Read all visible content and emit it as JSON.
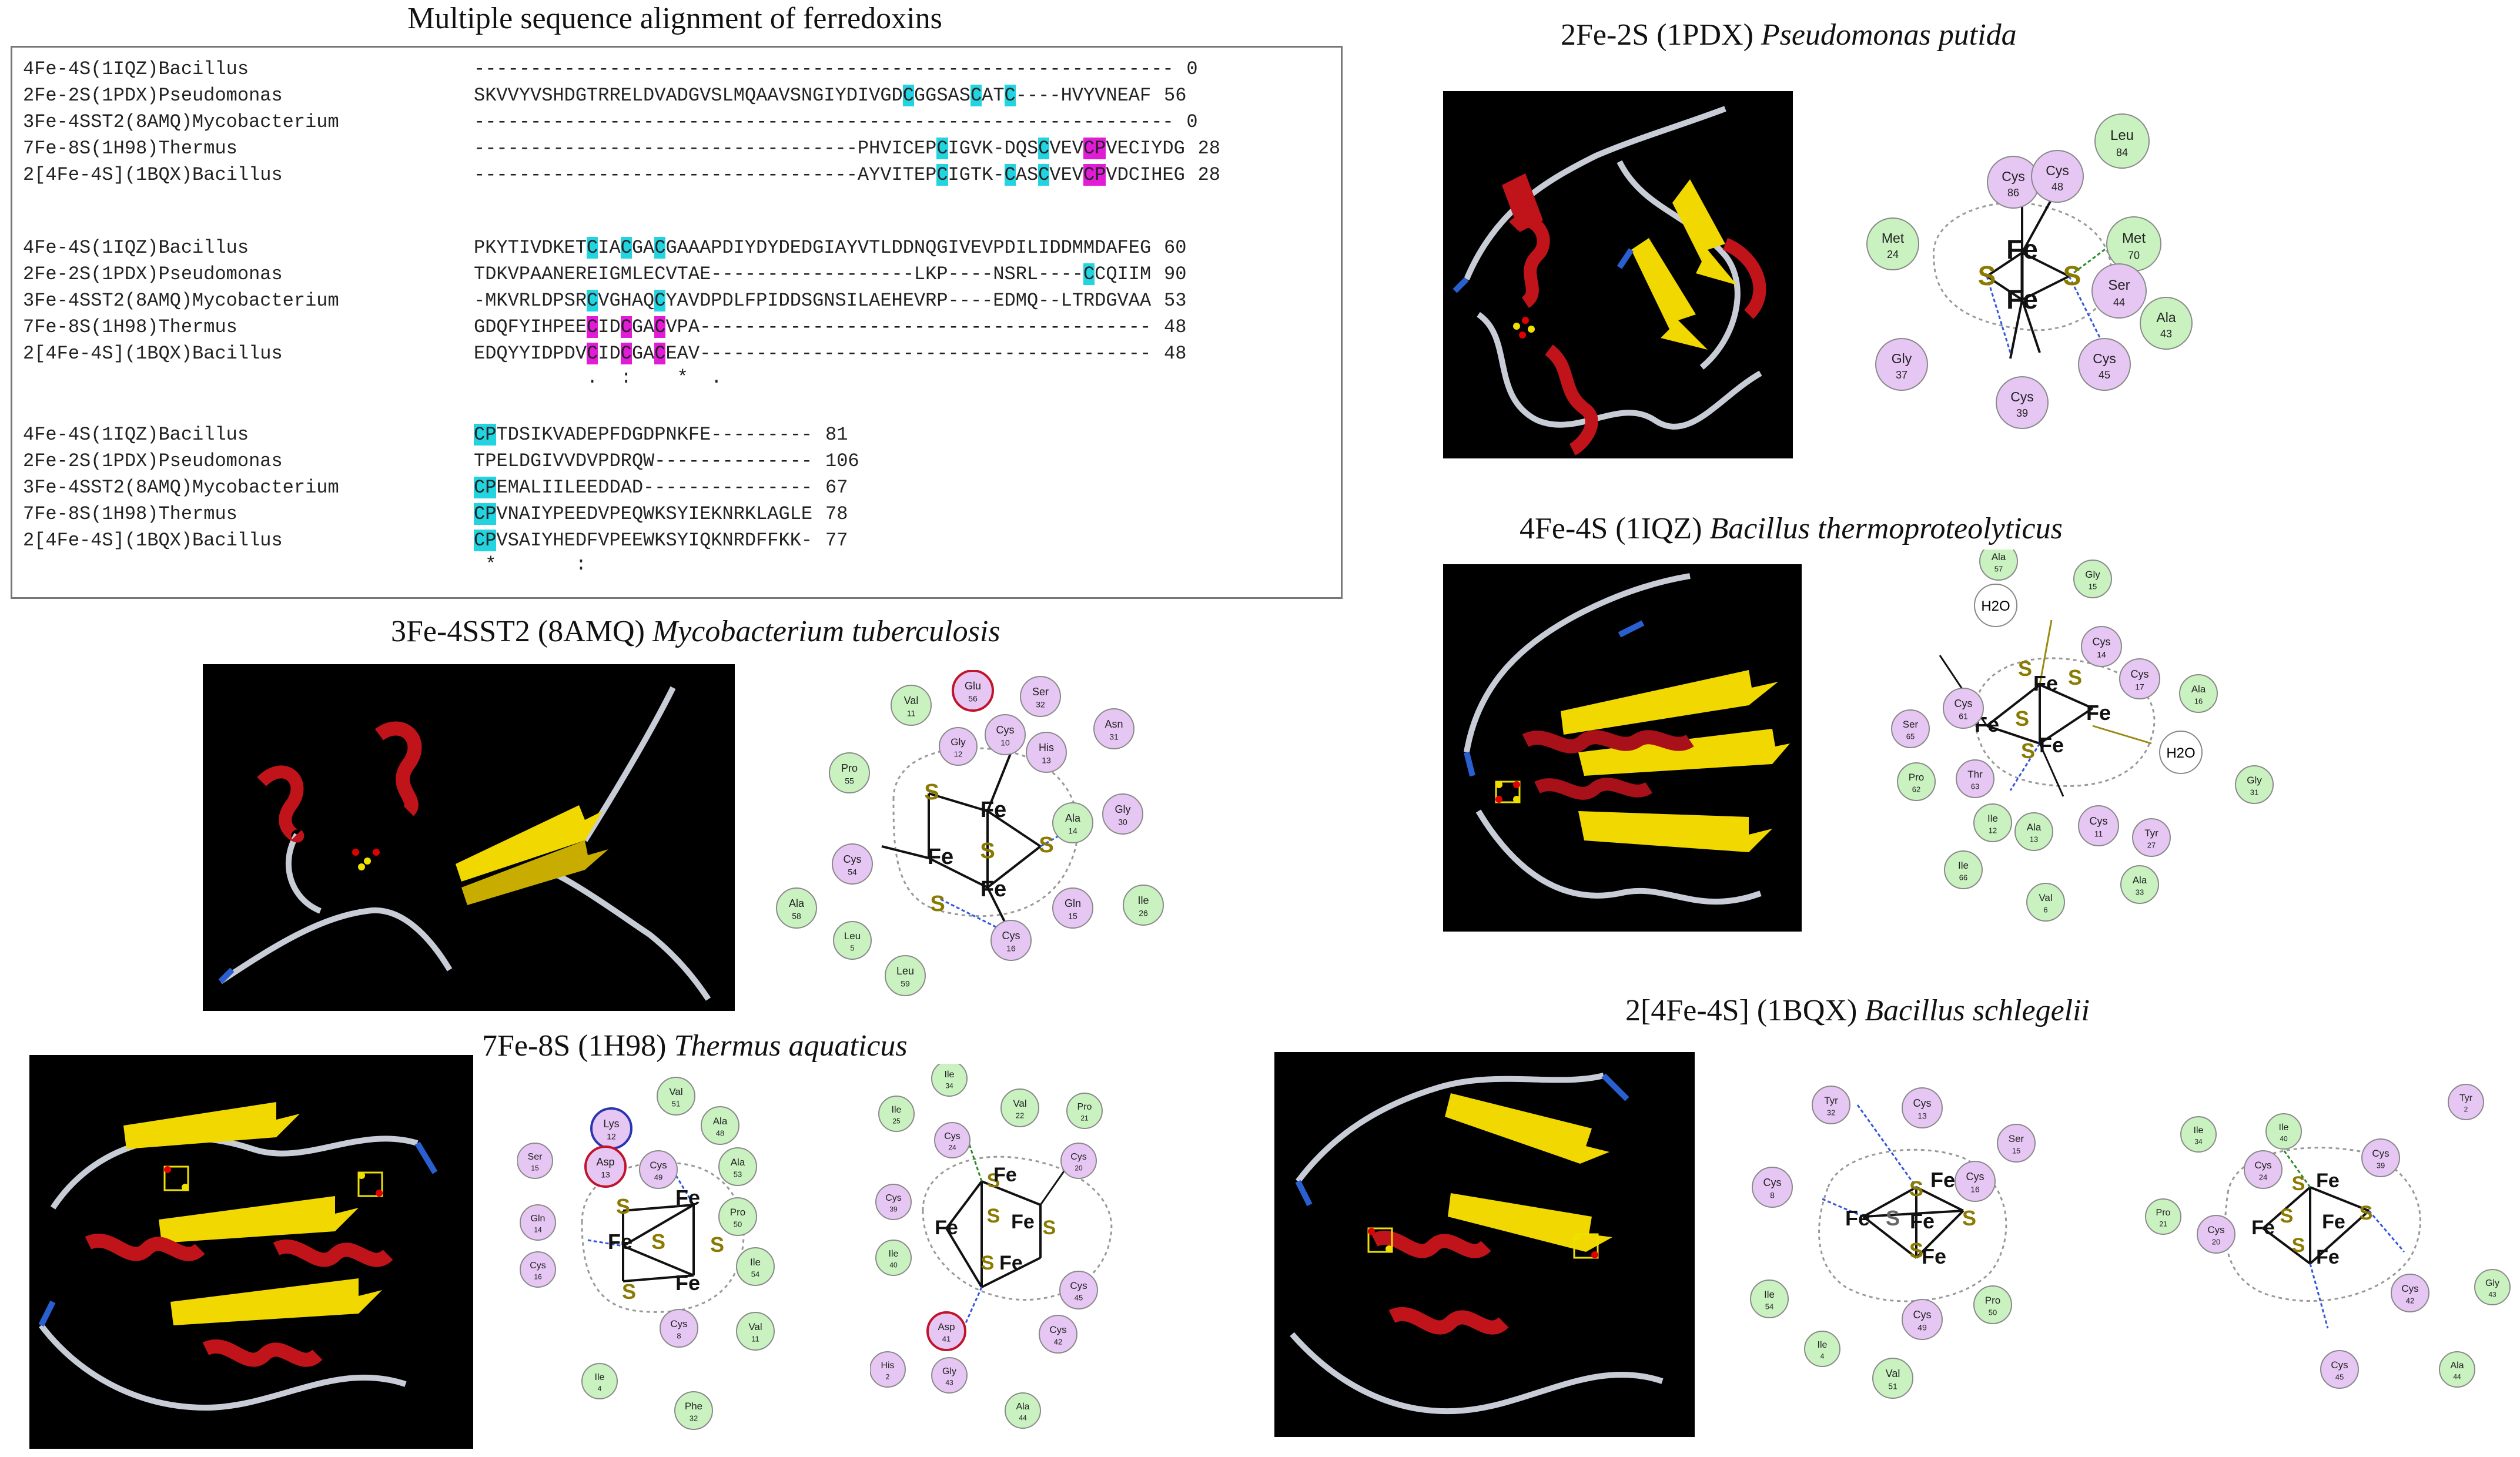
{
  "alignment": {
    "title": "Multiple sequence alignment of ferredoxins",
    "blocks": [
      {
        "rows": [
          {
            "name": "4Fe-4S(1IQZ)Bacillus",
            "seq": "--------------------------------------------------------------",
            "end": "0"
          },
          {
            "name": "2Fe-2S(1PDX)Pseudomonas",
            "seq": "SKVVYVSHDGTRRELDVADGVSLMQAAVSNGIYDIVGDCGGSASCATC----HVYVNEAF",
            "end": "56"
          },
          {
            "name": "3Fe-4SST2(8AMQ)Mycobacterium",
            "seq": "--------------------------------------------------------------",
            "end": "0"
          },
          {
            "name": "7Fe-8S(1H98)Thermus",
            "seq": "----------------------------------PHVICEPCIGVK-DQSCVEVCPVECIYDG",
            "end": "28"
          },
          {
            "name": "2[4Fe-4S](1BQX)Bacillus",
            "seq": "----------------------------------AYVITEPCIGTK-CASCVEVCPVDCIHEG",
            "end": "28"
          }
        ],
        "conservation": ""
      },
      {
        "rows": [
          {
            "name": "4Fe-4S(1IQZ)Bacillus",
            "seq": "PKYTIVDKETCIACGACGAAAPDIYDYDEDGIAYVTLDDNQGIVEVPDILIDDMMDAFEG",
            "end": "60"
          },
          {
            "name": "2Fe-2S(1PDX)Pseudomonas",
            "seq": "TDKVPAANEREIGMLECVTAE------------------LKP----NSRL----CCQIIM",
            "end": "90"
          },
          {
            "name": "3Fe-4SST2(8AMQ)Mycobacterium",
            "seq": "-MKVRLDPSRCVGHAQCYAVDPDLFPIDDSGNSILAEHEVRP----EDMQ--LTRDGVAA",
            "end": "53"
          },
          {
            "name": "7Fe-8S(1H98)Thermus",
            "seq": "GDQFYIHPEECIDCGACVPA----------------------------------------",
            "end": "48"
          },
          {
            "name": "2[4Fe-4S](1BQX)Bacillus",
            "seq": "EDQYYIDPDVCIDCGACEAV----------------------------------------",
            "end": "48"
          }
        ],
        "conservation": "          .  :    *  ."
      },
      {
        "rows": [
          {
            "name": "4Fe-4S(1IQZ)Bacillus",
            "seq": "CPTDSIKVADEPFDGDPNKFE---------",
            "end": "81"
          },
          {
            "name": "2Fe-2S(1PDX)Pseudomonas",
            "seq": "TPELDGIVVDVPDRQW--------------",
            "end": "106"
          },
          {
            "name": "3Fe-4SST2(8AMQ)Mycobacterium",
            "seq": "CPEMALIILEEDDAD---------------",
            "end": "67"
          },
          {
            "name": "7Fe-8S(1H98)Thermus",
            "seq": "CPVNAIYPEEDVPEQWKSYIEKNRKLAGLE",
            "end": "78"
          },
          {
            "name": "2[4Fe-4S](1BQX)Bacillus",
            "seq": "CPVSAIYHEDFVPEEWKSYIQKNRDFFKK-",
            "end": "77"
          }
        ],
        "conservation": " *       :"
      }
    ]
  },
  "captions": {
    "pdx": {
      "prefix": "2Fe-2S (1PDX) ",
      "species": "Pseudomonas putida"
    },
    "iqz": {
      "prefix": "4Fe-4S (1IQZ) ",
      "species": "Bacillus thermoproteolyticus"
    },
    "amq": {
      "prefix": "3Fe-4SST2 (8AMQ) ",
      "species": "Mycobacterium tuberculosis"
    },
    "h98": {
      "prefix": "7Fe-8S (1H98) ",
      "species": "Thermus aquaticus"
    },
    "bqx": {
      "prefix": "2[4Fe-4S] (1BQX) ",
      "species": "Bacillus schlegelii"
    }
  },
  "colors": {
    "cys_highlight": "#22d3e0",
    "magenta_highlight": "#e21bd6",
    "cys_node": "#e6c6f2",
    "hydrophobic_node": "#c9f2c0",
    "acidic_ring": "#c0142a",
    "basic_ring": "#2a36b0",
    "helix": "#c0141a",
    "strand": "#f0d800",
    "coil": "#c8ccd6",
    "turn": "#2a5fd0"
  },
  "maps": {
    "pdx": {
      "center_label": {
        "fe": "Fe",
        "s": "S"
      },
      "residues": [
        {
          "name": "Leu",
          "num": "84",
          "type": "hydrophobic"
        },
        {
          "name": "Cys",
          "num": "86",
          "type": "cys"
        },
        {
          "name": "Cys",
          "num": "48",
          "type": "cys"
        },
        {
          "name": "Met",
          "num": "24",
          "type": "hydrophobic"
        },
        {
          "name": "Met",
          "num": "70",
          "type": "hydrophobic"
        },
        {
          "name": "Ser",
          "num": "44",
          "type": "cys"
        },
        {
          "name": "Ala",
          "num": "43",
          "type": "hydrophobic"
        },
        {
          "name": "Gly",
          "num": "37",
          "type": "cys"
        },
        {
          "name": "Cys",
          "num": "45",
          "type": "cys"
        },
        {
          "name": "Cys",
          "num": "39",
          "type": "cys"
        }
      ]
    },
    "iqz": {
      "residues": [
        {
          "name": "Ala",
          "num": "57",
          "type": "hydrophobic"
        },
        {
          "name": "Gly",
          "num": "15",
          "type": "hydrophobic"
        },
        {
          "name": "Cys",
          "num": "14",
          "type": "cys"
        },
        {
          "name": "Cys",
          "num": "17",
          "type": "cys"
        },
        {
          "name": "Ala",
          "num": "16",
          "type": "hydrophobic"
        },
        {
          "name": "Cys",
          "num": "61",
          "type": "cys"
        },
        {
          "name": "Ser",
          "num": "65",
          "type": "cys"
        },
        {
          "name": "Pro",
          "num": "62",
          "type": "hydrophobic"
        },
        {
          "name": "Thr",
          "num": "63",
          "type": "cys"
        },
        {
          "name": "Ile",
          "num": "12",
          "type": "hydrophobic"
        },
        {
          "name": "Ala",
          "num": "13",
          "type": "hydrophobic"
        },
        {
          "name": "Cys",
          "num": "11",
          "type": "cys"
        },
        {
          "name": "Tyr",
          "num": "27",
          "type": "cys"
        },
        {
          "name": "Gly",
          "num": "31",
          "type": "hydrophobic"
        },
        {
          "name": "Ile",
          "num": "66",
          "type": "hydrophobic"
        },
        {
          "name": "Val",
          "num": "6",
          "type": "hydrophobic"
        },
        {
          "name": "Ala",
          "num": "33",
          "type": "hydrophobic"
        }
      ],
      "water_label": "H2O"
    },
    "amq": {
      "residues": [
        {
          "name": "Val",
          "num": "11",
          "type": "hydrophobic"
        },
        {
          "name": "Glu",
          "num": "56",
          "type": "acidic"
        },
        {
          "name": "Ser",
          "num": "32",
          "type": "cys"
        },
        {
          "name": "Gly",
          "num": "12",
          "type": "cys"
        },
        {
          "name": "Cys",
          "num": "10",
          "type": "cys"
        },
        {
          "name": "His",
          "num": "13",
          "type": "cys"
        },
        {
          "name": "Asn",
          "num": "31",
          "type": "cys"
        },
        {
          "name": "Pro",
          "num": "55",
          "type": "hydrophobic"
        },
        {
          "name": "Ala",
          "num": "14",
          "type": "hydrophobic"
        },
        {
          "name": "Gly",
          "num": "30",
          "type": "cys"
        },
        {
          "name": "Cys",
          "num": "54",
          "type": "cys"
        },
        {
          "name": "Ala",
          "num": "58",
          "type": "hydrophobic"
        },
        {
          "name": "Gln",
          "num": "15",
          "type": "cys"
        },
        {
          "name": "Ile",
          "num": "26",
          "type": "hydrophobic"
        },
        {
          "name": "Leu",
          "num": "5",
          "type": "hydrophobic"
        },
        {
          "name": "Cys",
          "num": "16",
          "type": "cys"
        },
        {
          "name": "Leu",
          "num": "59",
          "type": "hydrophobic"
        }
      ]
    },
    "h98a": {
      "residues": [
        {
          "name": "Val",
          "num": "51",
          "type": "hydrophobic"
        },
        {
          "name": "Lys",
          "num": "12",
          "type": "basic"
        },
        {
          "name": "Ala",
          "num": "48",
          "type": "hydrophobic"
        },
        {
          "name": "Ser",
          "num": "15",
          "type": "cys"
        },
        {
          "name": "Asp",
          "num": "13",
          "type": "acidic"
        },
        {
          "name": "Cys",
          "num": "49",
          "type": "cys"
        },
        {
          "name": "Ala",
          "num": "53",
          "type": "hydrophobic"
        },
        {
          "name": "Gln",
          "num": "14",
          "type": "cys"
        },
        {
          "name": "Pro",
          "num": "50",
          "type": "hydrophobic"
        },
        {
          "name": "Cys",
          "num": "16",
          "type": "cys"
        },
        {
          "name": "Ile",
          "num": "54",
          "type": "hydrophobic"
        },
        {
          "name": "Cys",
          "num": "8",
          "type": "cys"
        },
        {
          "name": "Val",
          "num": "11",
          "type": "hydrophobic"
        },
        {
          "name": "Ile",
          "num": "4",
          "type": "hydrophobic"
        },
        {
          "name": "Phe",
          "num": "32",
          "type": "hydrophobic"
        }
      ]
    },
    "h98b": {
      "residues": [
        {
          "name": "Ile",
          "num": "34",
          "type": "hydrophobic"
        },
        {
          "name": "Ile",
          "num": "25",
          "type": "hydrophobic"
        },
        {
          "name": "Val",
          "num": "22",
          "type": "hydrophobic"
        },
        {
          "name": "Pro",
          "num": "21",
          "type": "hydrophobic"
        },
        {
          "name": "Cys",
          "num": "24",
          "type": "cys"
        },
        {
          "name": "Cys",
          "num": "20",
          "type": "cys"
        },
        {
          "name": "Cys",
          "num": "39",
          "type": "cys"
        },
        {
          "name": "Ile",
          "num": "40",
          "type": "hydrophobic"
        },
        {
          "name": "Cys",
          "num": "45",
          "type": "cys"
        },
        {
          "name": "Asp",
          "num": "41",
          "type": "acidic"
        },
        {
          "name": "Cys",
          "num": "42",
          "type": "cys"
        },
        {
          "name": "His",
          "num": "2",
          "type": "cys"
        },
        {
          "name": "Gly",
          "num": "43",
          "type": "cys"
        },
        {
          "name": "Ala",
          "num": "44",
          "type": "hydrophobic"
        }
      ]
    },
    "bqxa": {
      "residues": [
        {
          "name": "Tyr",
          "num": "32",
          "type": "cys"
        },
        {
          "name": "Cys",
          "num": "13",
          "type": "cys"
        },
        {
          "name": "Ser",
          "num": "15",
          "type": "cys"
        },
        {
          "name": "Cys",
          "num": "8",
          "type": "cys"
        },
        {
          "name": "Cys",
          "num": "16",
          "type": "cys"
        },
        {
          "name": "Ile",
          "num": "54",
          "type": "hydrophobic"
        },
        {
          "name": "Pro",
          "num": "50",
          "type": "hydrophobic"
        },
        {
          "name": "Cys",
          "num": "49",
          "type": "cys"
        },
        {
          "name": "Ile",
          "num": "4",
          "type": "hydrophobic"
        },
        {
          "name": "Val",
          "num": "51",
          "type": "hydrophobic"
        }
      ]
    },
    "bqxb": {
      "residues": [
        {
          "name": "Ile",
          "num": "34",
          "type": "hydrophobic"
        },
        {
          "name": "Ile",
          "num": "40",
          "type": "hydrophobic"
        },
        {
          "name": "Tyr",
          "num": "2",
          "type": "cys"
        },
        {
          "name": "Cys",
          "num": "24",
          "type": "cys"
        },
        {
          "name": "Cys",
          "num": "39",
          "type": "cys"
        },
        {
          "name": "Pro",
          "num": "21",
          "type": "hydrophobic"
        },
        {
          "name": "Cys",
          "num": "20",
          "type": "cys"
        },
        {
          "name": "Gly",
          "num": "43",
          "type": "hydrophobic"
        },
        {
          "name": "Cys",
          "num": "42",
          "type": "cys"
        },
        {
          "name": "Cys",
          "num": "45",
          "type": "cys"
        },
        {
          "name": "Ala",
          "num": "44",
          "type": "hydrophobic"
        }
      ]
    }
  }
}
